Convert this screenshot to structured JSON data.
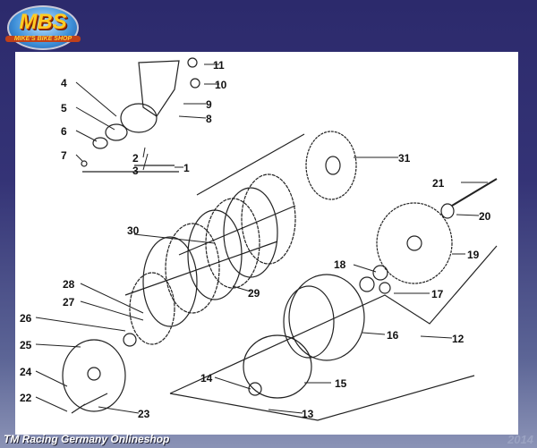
{
  "logo": {
    "title": "MBS",
    "subtitle": "MIKE'S BIKE SHOP"
  },
  "footer": {
    "shop": "TM Racing Germany  Onlineshop",
    "year": "2014"
  },
  "labels": [
    "11",
    "10",
    "4",
    "9",
    "8",
    "5",
    "6",
    "7",
    "2",
    "3",
    "1",
    "31",
    "21",
    "20",
    "30",
    "19",
    "18",
    "17",
    "29",
    "28",
    "27",
    "26",
    "25",
    "12",
    "16",
    "24",
    "14",
    "15",
    "22",
    "23",
    "13"
  ]
}
